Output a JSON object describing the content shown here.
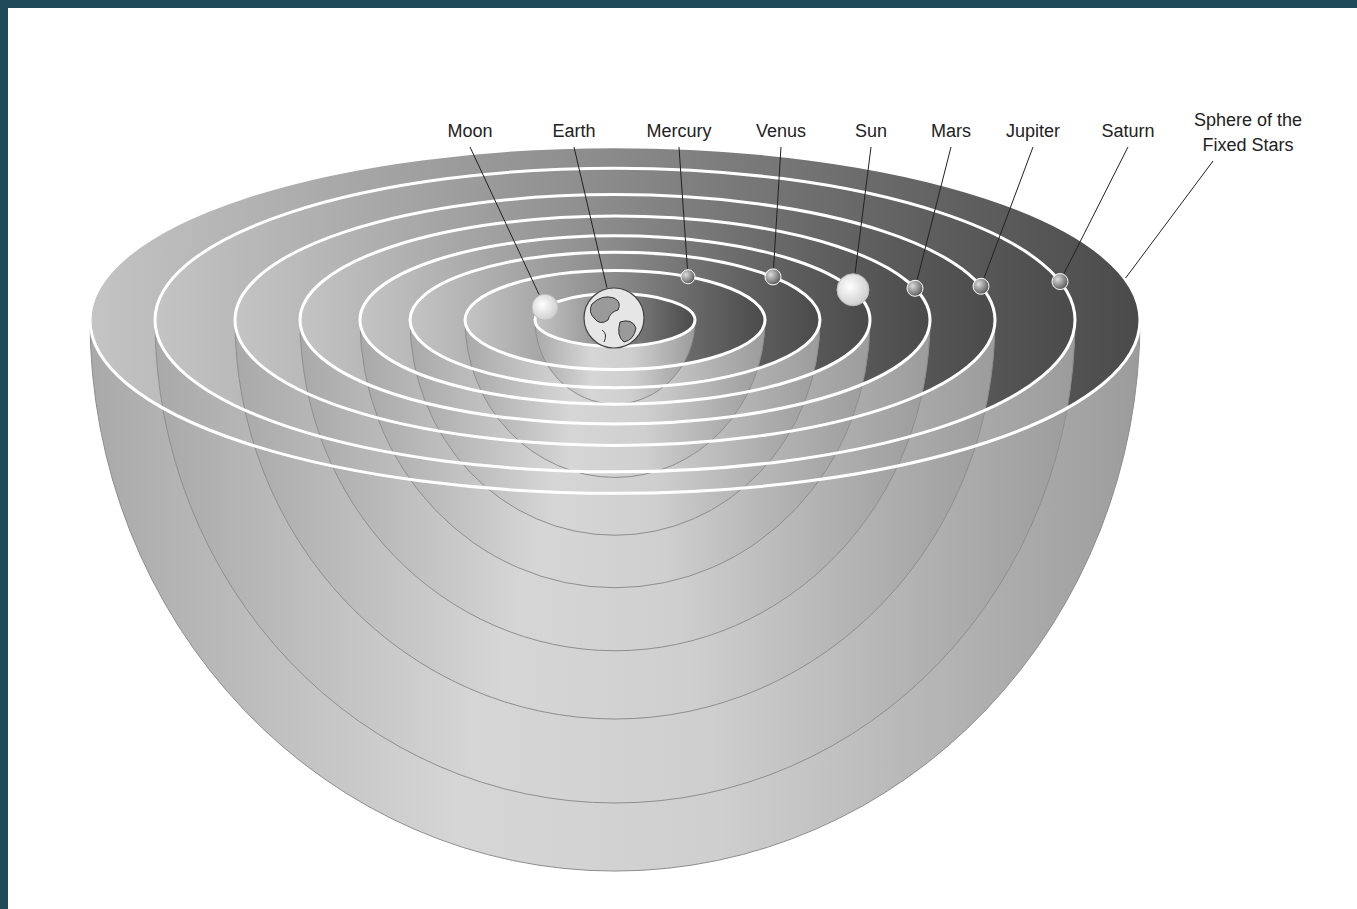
{
  "diagram": {
    "labels": [
      "Moon",
      "Earth",
      "Mercury",
      "Venus",
      "Sun",
      "Mars",
      "Jupiter",
      "Saturn",
      "Sphere of the Fixed Stars"
    ]
  }
}
